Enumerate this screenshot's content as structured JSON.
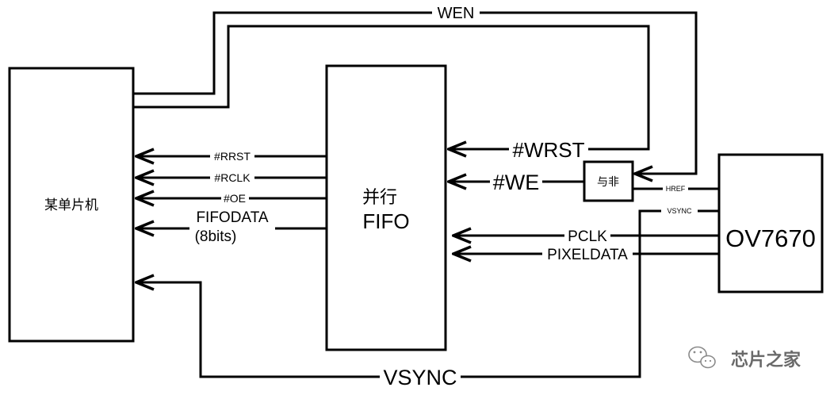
{
  "diagram": {
    "blocks": {
      "mcu": "某单片机",
      "fifo_line1": "并行",
      "fifo_line2": "FIFO",
      "nand_gate": "与非",
      "camera": "OV7670"
    },
    "signals": {
      "wen": "WEN",
      "wrst": "#WRST",
      "we": "#WE",
      "href": "HREF",
      "camera_vsync": "VSYNC",
      "vsync": "VSYNC",
      "pclk": "PCLK",
      "pixeldata": "PIXELDATA",
      "rrst": "#RRST",
      "rclk": "#RCLK",
      "oe": "#OE",
      "fifodata": "FIFODATA",
      "fifodata_width": "(8bits)"
    }
  },
  "watermark": {
    "icon": "wechat-icon",
    "text": "芯片之家"
  }
}
